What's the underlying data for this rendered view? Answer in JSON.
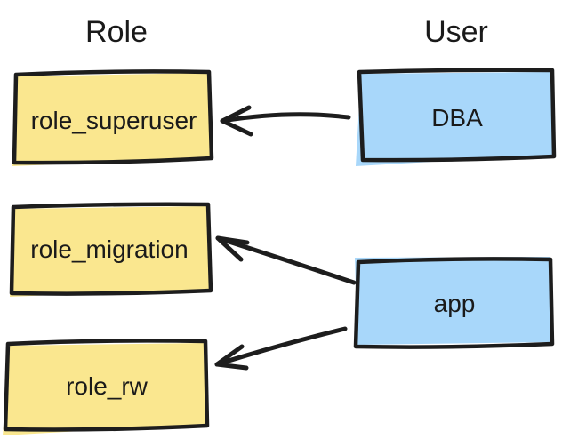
{
  "diagram": {
    "columns": [
      {
        "id": "role",
        "title": "Role"
      },
      {
        "id": "user",
        "title": "User"
      }
    ],
    "nodes": [
      {
        "id": "role_superuser",
        "label": "role_superuser",
        "group": "role"
      },
      {
        "id": "role_migration",
        "label": "role_migration",
        "group": "role"
      },
      {
        "id": "role_rw",
        "label": "role_rw",
        "group": "role"
      },
      {
        "id": "dba",
        "label": "DBA",
        "group": "user"
      },
      {
        "id": "app",
        "label": "app",
        "group": "user"
      }
    ],
    "edges": [
      {
        "from": "DBA",
        "to": "role_superuser"
      },
      {
        "from": "app",
        "to": "role_migration"
      },
      {
        "from": "app",
        "to": "role_rw"
      }
    ],
    "colors": {
      "role_fill": "#fae78f",
      "user_fill": "#a8d7fa",
      "stroke": "#1d1d1d",
      "text": "#1a1a1a",
      "background": "#ffffff"
    }
  }
}
